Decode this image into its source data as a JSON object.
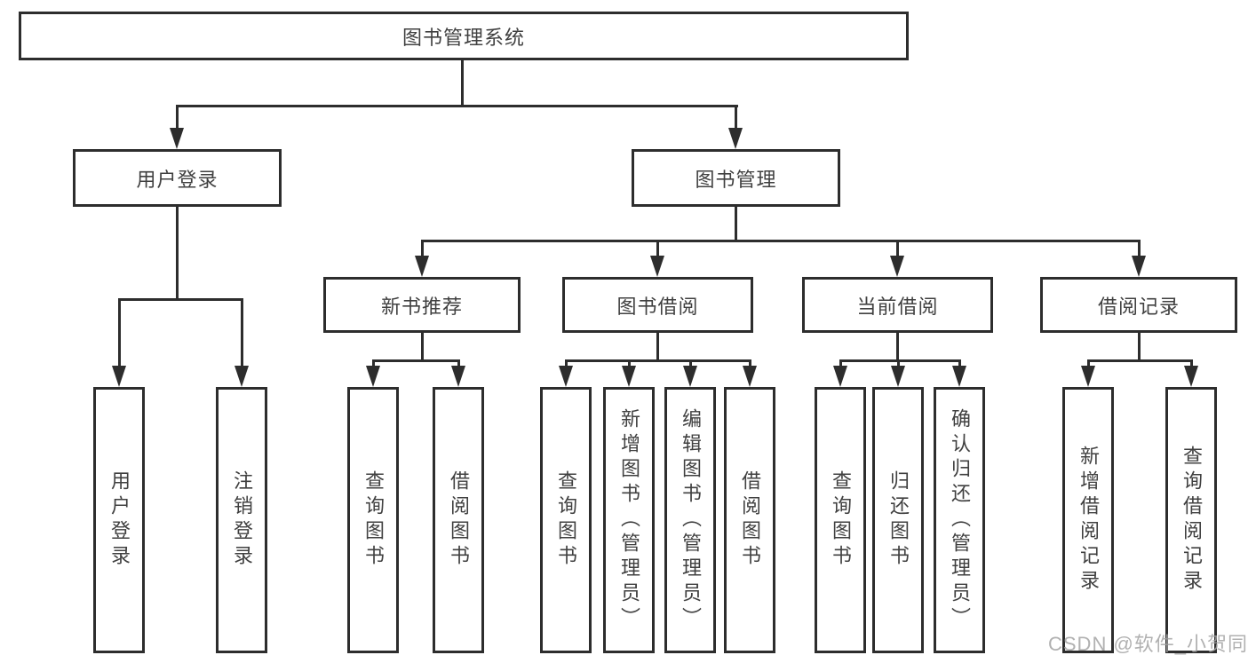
{
  "diagram_title": "图书管理系统",
  "nodes": {
    "root": {
      "label": "图书管理系统"
    },
    "level2": [
      {
        "label": "用户登录"
      },
      {
        "label": "图书管理"
      }
    ],
    "level3": [
      {
        "label": "新书推荐"
      },
      {
        "label": "图书借阅"
      },
      {
        "label": "当前借阅"
      },
      {
        "label": "借阅记录"
      }
    ],
    "leaves": {
      "user_login": [
        {
          "label": "用户登录"
        },
        {
          "label": "注销登录"
        }
      ],
      "new_book_recommendation": [
        {
          "label": "查询图书"
        },
        {
          "label": "借阅图书"
        }
      ],
      "book_borrowing": [
        {
          "label": "查询图书"
        },
        {
          "label": "新增图书（管理员）"
        },
        {
          "label": "编辑图书（管理员）"
        },
        {
          "label": "借阅图书"
        }
      ],
      "current_borrowing": [
        {
          "label": "查询图书"
        },
        {
          "label": "归还图书"
        },
        {
          "label": "确认归还（管理员）"
        }
      ],
      "borrowing_records": [
        {
          "label": "新增借阅记录"
        },
        {
          "label": "查询借阅记录"
        }
      ]
    }
  },
  "colors": {
    "line": "#2d2d2d",
    "text": "#404040",
    "watermark": "#a3a3a3",
    "background": "#ffffff"
  },
  "watermark": {
    "text": "CSDN @软件_小贺同学"
  }
}
